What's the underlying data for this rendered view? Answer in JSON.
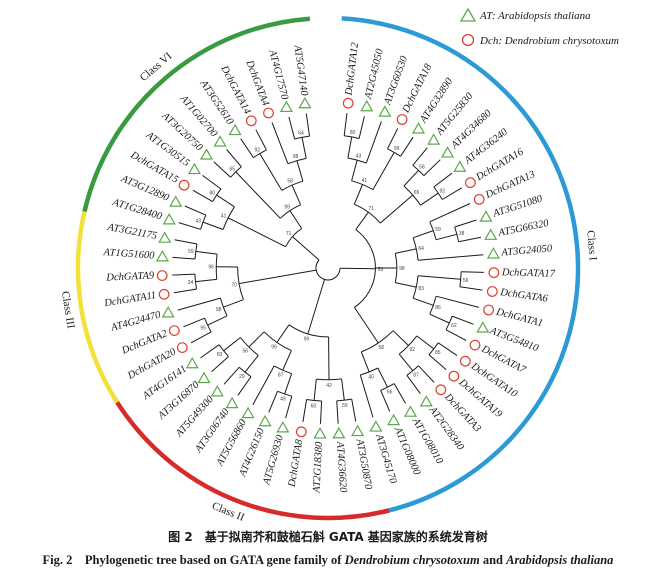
{
  "legend": {
    "at_label": "AT: Arabidopsis thaliana",
    "dch_label": "Dch: Dendrobium chrysotoxum"
  },
  "colors": {
    "at_marker": "#5aa94a",
    "dch_marker": "#e0402b",
    "class_I": "#2b9ad6",
    "class_II": "#d52b2b",
    "class_III": "#f2e13a",
    "class_VI": "#3a9a3f",
    "branch": "#1a1a1a"
  },
  "classes": [
    {
      "id": "I",
      "label": "Class I"
    },
    {
      "id": "II",
      "label": "Class II"
    },
    {
      "id": "III",
      "label": "Class III"
    },
    {
      "id": "VI",
      "label": "Class VI"
    }
  ],
  "leaves": [
    {
      "label": "DchGATA12",
      "species": "dch",
      "cls": "I"
    },
    {
      "label": "AT2G45050",
      "species": "at",
      "cls": "I"
    },
    {
      "label": "AT3G60530",
      "species": "at",
      "cls": "I"
    },
    {
      "label": "DchGATA18",
      "species": "dch",
      "cls": "I"
    },
    {
      "label": "AT4G32890",
      "species": "at",
      "cls": "I"
    },
    {
      "label": "AT5G25830",
      "species": "at",
      "cls": "I"
    },
    {
      "label": "AT4G34680",
      "species": "at",
      "cls": "I"
    },
    {
      "label": "AT4G36240",
      "species": "at",
      "cls": "I"
    },
    {
      "label": "DchGATA16",
      "species": "dch",
      "cls": "I"
    },
    {
      "label": "DchGATA13",
      "species": "dch",
      "cls": "I"
    },
    {
      "label": "AT3G51080",
      "species": "at",
      "cls": "I"
    },
    {
      "label": "AT5G66320",
      "species": "at",
      "cls": "I"
    },
    {
      "label": "AT3G24050",
      "species": "at",
      "cls": "I"
    },
    {
      "label": "DchGATA17",
      "species": "dch",
      "cls": "I"
    },
    {
      "label": "DchGATA6",
      "species": "dch",
      "cls": "I"
    },
    {
      "label": "DchGATA1",
      "species": "dch",
      "cls": "I"
    },
    {
      "label": "AT3G54810",
      "species": "at",
      "cls": "I"
    },
    {
      "label": "DchGATA7",
      "species": "dch",
      "cls": "I"
    },
    {
      "label": "DchGATA10",
      "species": "dch",
      "cls": "I"
    },
    {
      "label": "DchGATA19",
      "species": "dch",
      "cls": "I"
    },
    {
      "label": "DchGATA3",
      "species": "dch",
      "cls": "I"
    },
    {
      "label": "AT2G28340",
      "species": "at",
      "cls": "I"
    },
    {
      "label": "AT1G08010",
      "species": "at",
      "cls": "I"
    },
    {
      "label": "AT1G08000",
      "species": "at",
      "cls": "I"
    },
    {
      "label": "AT3G45170",
      "species": "at",
      "cls": "I"
    },
    {
      "label": "AT3G50870",
      "species": "at",
      "cls": "II"
    },
    {
      "label": "AT4G36620",
      "species": "at",
      "cls": "II"
    },
    {
      "label": "AT2G18380",
      "species": "at",
      "cls": "II"
    },
    {
      "label": "DchGATA8",
      "species": "dch",
      "cls": "II"
    },
    {
      "label": "AT5G26930",
      "species": "at",
      "cls": "II"
    },
    {
      "label": "AT4G26150",
      "species": "at",
      "cls": "II"
    },
    {
      "label": "AT5G56860",
      "species": "at",
      "cls": "II"
    },
    {
      "label": "AT3G06740",
      "species": "at",
      "cls": "II"
    },
    {
      "label": "AT5G49300",
      "species": "at",
      "cls": "II"
    },
    {
      "label": "AT3G16870",
      "species": "at",
      "cls": "II"
    },
    {
      "label": "AT4G16141",
      "species": "at",
      "cls": "II"
    },
    {
      "label": "DchGATA20",
      "species": "dch",
      "cls": "III"
    },
    {
      "label": "DchGATA2",
      "species": "dch",
      "cls": "III"
    },
    {
      "label": "AT4G24470",
      "species": "at",
      "cls": "III"
    },
    {
      "label": "DchGATA11",
      "species": "dch",
      "cls": "III"
    },
    {
      "label": "DchGATA9",
      "species": "dch",
      "cls": "III"
    },
    {
      "label": "AT1G51600",
      "species": "at",
      "cls": "III"
    },
    {
      "label": "AT3G21175",
      "species": "at",
      "cls": "III"
    },
    {
      "label": "AT1G28400",
      "species": "at",
      "cls": "VI"
    },
    {
      "label": "AT3G12890",
      "species": "at",
      "cls": "VI"
    },
    {
      "label": "DchGATA15",
      "species": "dch",
      "cls": "VI"
    },
    {
      "label": "AT1G30515",
      "species": "at",
      "cls": "VI"
    },
    {
      "label": "AT3G20750",
      "species": "at",
      "cls": "VI"
    },
    {
      "label": "AT1G02700",
      "species": "at",
      "cls": "VI"
    },
    {
      "label": "AT3G52610",
      "species": "at",
      "cls": "VI"
    },
    {
      "label": "DchGATA14",
      "species": "dch",
      "cls": "VI"
    },
    {
      "label": "DchGATA4",
      "species": "dch",
      "cls": "VI"
    },
    {
      "label": "AT4G17570",
      "species": "at",
      "cls": "VI"
    },
    {
      "label": "AT5G47140",
      "species": "at",
      "cls": "VI"
    }
  ],
  "bootstrap_values": [
    "59",
    "71",
    "41",
    "43",
    "80",
    "99",
    "65",
    "58",
    "92",
    "98",
    "64",
    "59",
    "38",
    "83",
    "56",
    "86",
    "62",
    "58",
    "92",
    "85",
    "87",
    "40",
    "66",
    "99",
    "42",
    "59",
    "60",
    "99",
    "87",
    "49",
    "56",
    "29",
    "83",
    "70",
    "98",
    "95",
    "96",
    "34"
  ],
  "caption": {
    "cn": "图 2　基于拟南芥和鼓槌石斛 GATA 基因家族的系统发育树",
    "en_prefix": "Fig. 2　Phylogenetic tree based on GATA gene family of ",
    "en_species1": "Dendrobium chrysotoxum",
    "en_mid": " and ",
    "en_species2": "Arabidopsis thaliana"
  }
}
